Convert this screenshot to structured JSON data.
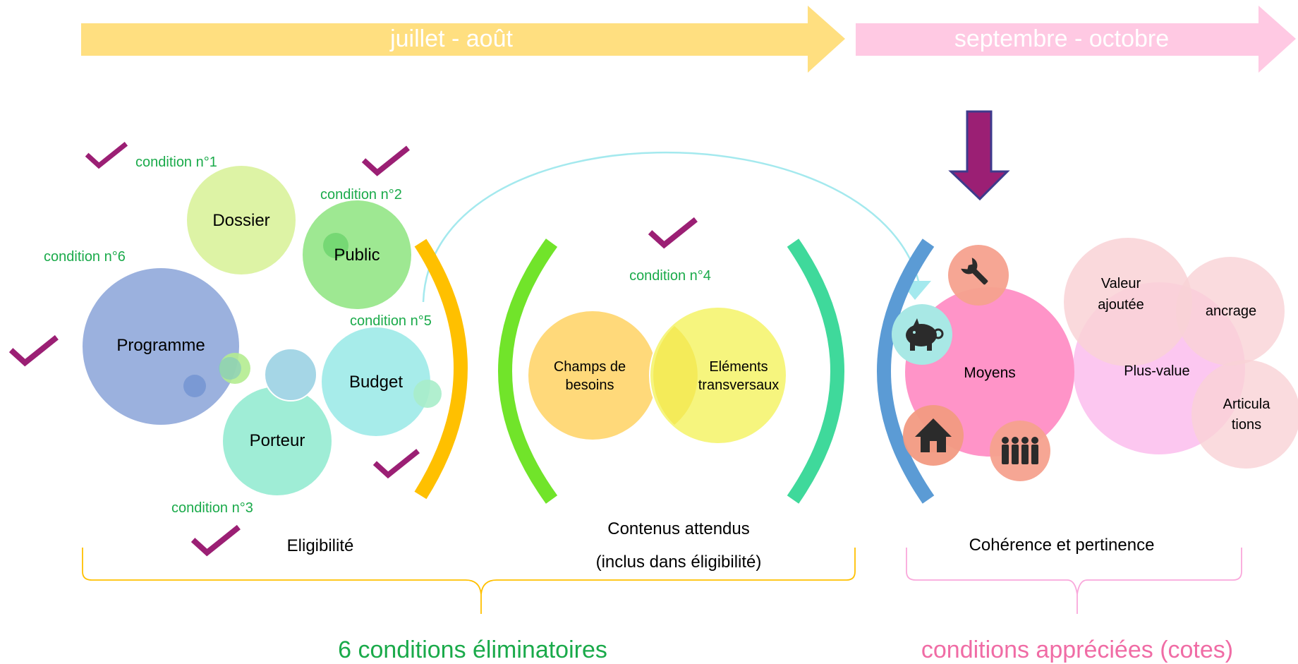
{
  "timeline": {
    "phase1": "juillet - août",
    "phase2": "septembre - octobre"
  },
  "eligibility": {
    "circles": {
      "dossier": "Dossier",
      "public": "Public",
      "programme": "Programme",
      "budget": "Budget",
      "porteur": "Porteur"
    },
    "conditions": {
      "c1": "condition n°1",
      "c2": "condition n°2",
      "c3": "condition n°3",
      "c5": "condition n°5",
      "c6": "condition n°6"
    },
    "section_label": "Eligibilité"
  },
  "contents": {
    "condition": "condition n°4",
    "venn_left_line1": "Champs de",
    "venn_left_line2": "besoins",
    "venn_right_line1": "Eléments",
    "venn_right_line2": "transversaux",
    "section_line1": "Contenus attendus",
    "section_line2": "(inclus dans éligibilité)"
  },
  "coherence": {
    "moyens": "Moyens",
    "valeur_line1": "Valeur",
    "valeur_line2": "ajoutée",
    "ancrage": "ancrage",
    "plus_value": "Plus-value",
    "articulations_line1": "Articula",
    "articulations_line2": "tions",
    "section_label": "Cohérence et pertinence",
    "icons": [
      "wrench-icon",
      "piggy-bank-icon",
      "house-icon",
      "people-icon"
    ]
  },
  "footer": {
    "left": "6 conditions éliminatoires",
    "right": "conditions appréciées (cotes)"
  },
  "colors": {
    "arrow_yellow": "#FFDF80",
    "arrow_pink": "#FFC9E3",
    "check": "#9B1F74",
    "condition_text": "#1AAA4A",
    "footer_green": "#1AAA4A",
    "footer_pink": "#F06CA5",
    "down_arrow": "#9B1F74"
  }
}
